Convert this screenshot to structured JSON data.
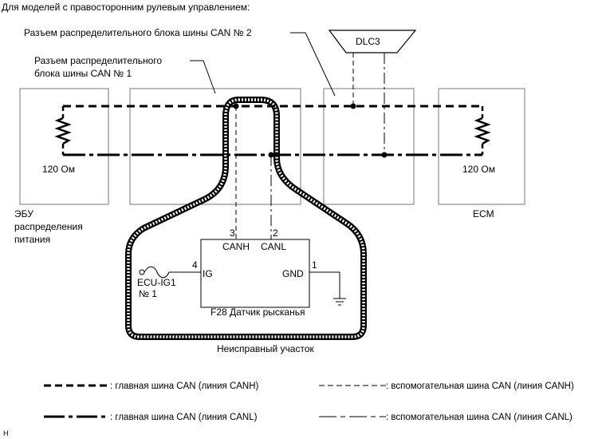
{
  "header": "Для моделей с правосторонним рулевым управлением:",
  "connector2_label": "Разъем распределительного блока шины CAN № 2",
  "connector1_label": [
    "Разъем распределительного",
    "блока шины CAN № 1"
  ],
  "dlc3": "DLC3",
  "resistor_left": "120 Ом",
  "resistor_right": "120 Ом",
  "ecu_left": [
    "ЭБУ",
    "распределения",
    "питания"
  ],
  "ecu_right": "ECM",
  "sensor": {
    "name": "F28  Датчик рысканья",
    "pins": [
      {
        "num": "3",
        "label": "CANH"
      },
      {
        "num": "2",
        "label": "CANL"
      },
      {
        "num": "4",
        "label": "IG"
      },
      {
        "num": "1",
        "label": "GND"
      }
    ],
    "fuse": [
      "ECU-IG1",
      "№ 1"
    ]
  },
  "faulty_area": "Неисправный участок",
  "legend": [
    {
      "style": "main-canh",
      "label": ": главная шина CAN (линия CANH)"
    },
    {
      "style": "sub-canh",
      "label": ": вспомогательная шина CAN (линия CANH)"
    },
    {
      "style": "main-canl",
      "label": ": главная шина CAN (линия CANL)"
    },
    {
      "style": "sub-canl",
      "label": ": вспомогательная шина CAN (линия CANL)"
    }
  ],
  "footnote": "H"
}
